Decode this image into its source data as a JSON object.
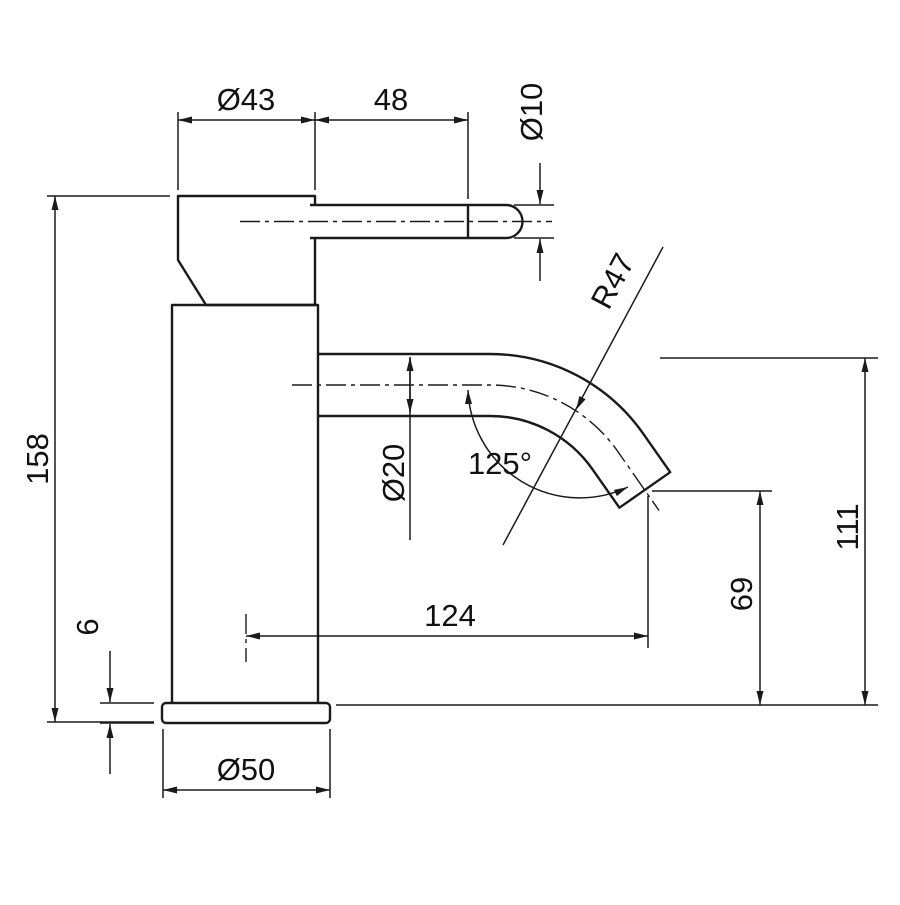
{
  "drawing": {
    "labels": {
      "dia43": "Ø43",
      "len48": "48",
      "dia10": "Ø10",
      "r47": "R47",
      "h158": "158",
      "dia20": "Ø20",
      "angle125": "125°",
      "len124": "124",
      "h69": "69",
      "h111": "111",
      "h6": "6",
      "dia50": "Ø50"
    },
    "colors": {
      "line": "#1a1a1a",
      "background": "#ffffff"
    }
  }
}
